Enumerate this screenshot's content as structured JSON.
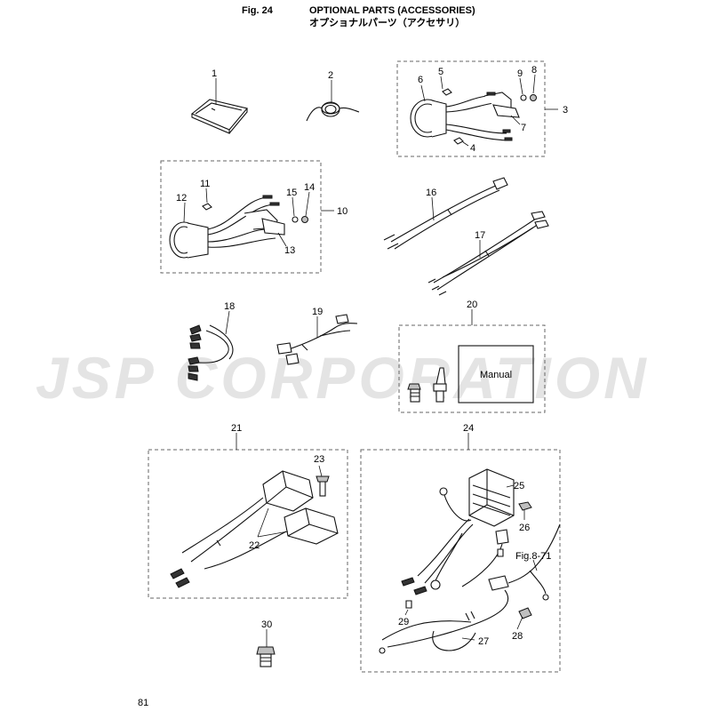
{
  "header": {
    "fig": "Fig. 24",
    "title_en": "OPTIONAL PARTS (ACCESSORIES)",
    "title_ja": "オプショナルパーツ（アクセサリ）"
  },
  "watermark": {
    "text": "JSP CORPORATION",
    "color": "#e6e6e6"
  },
  "page_number": "81",
  "manual_label": "Manual",
  "fig_ref": "Fig.8-71",
  "callouts": [
    "1",
    "2",
    "3",
    "4",
    "5",
    "6",
    "7",
    "8",
    "9",
    "10",
    "11",
    "12",
    "13",
    "14",
    "15",
    "16",
    "17",
    "18",
    "19",
    "20",
    "21",
    "22",
    "23",
    "24",
    "25",
    "26",
    "27",
    "28",
    "29",
    "30"
  ]
}
